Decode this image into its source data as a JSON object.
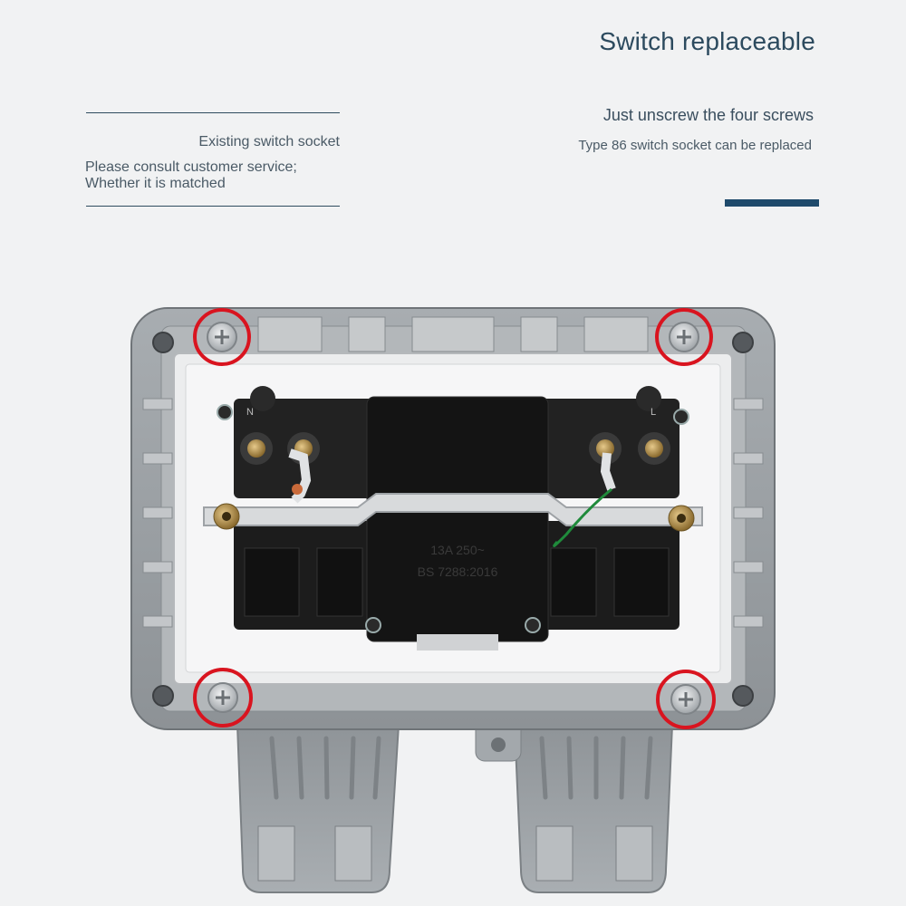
{
  "header": {
    "title": "Switch replaceable",
    "subtitle": "Just unscrew the four screws",
    "note": "Type 86 switch socket can be replaced"
  },
  "left": {
    "label": "Existing switch socket",
    "note_line1": "Please consult customer service;",
    "note_line2": "Whether it is matched"
  },
  "socket": {
    "marking_line1": "13A 250~",
    "marking_line2": "BS 7288:2016",
    "terminal_n": "N",
    "terminal_l": "L"
  },
  "colors": {
    "title_text": "#2c4a5e",
    "accent_bar": "#1f4a6b",
    "highlight_circle": "#d9141f",
    "enclosure_grey": "#9aa0a5",
    "socket_black": "#1c1c1c"
  }
}
